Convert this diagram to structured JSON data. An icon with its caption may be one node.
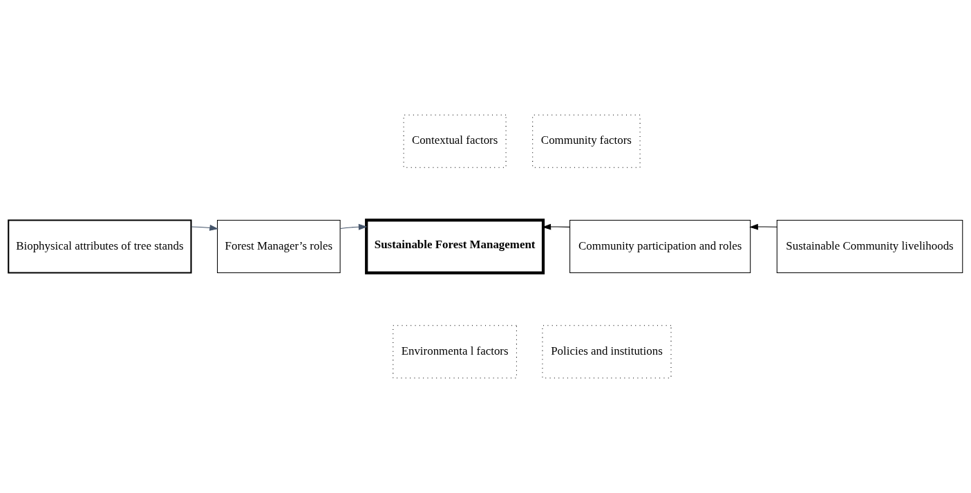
{
  "diagram": {
    "nodes": [
      {
        "text": [
          "Contextual factors"
        ]
      },
      {
        "text": [
          "Community factors"
        ]
      },
      {
        "text": [
          "Biophysical attributes of tree stands"
        ]
      },
      {
        "text": [
          "Forest Manager’s roles"
        ]
      },
      {
        "text": [
          "Sustainable Forest Management"
        ]
      },
      {
        "text": [
          "Community participation and roles"
        ]
      },
      {
        "text": [
          "Sustainable Community livelihoods"
        ]
      },
      {
        "text": [
          "Environmenta l factors"
        ]
      },
      {
        "text": [
          "Policies and institutions"
        ]
      }
    ],
    "edges": [
      {
        "from": 2,
        "to": 3,
        "arrow": "to",
        "color": "#44546a"
      },
      {
        "from": 3,
        "to": 4,
        "arrow": "to",
        "color": "#44546a"
      },
      {
        "from": 5,
        "to": 4,
        "arrow": "to",
        "color": "#000000"
      },
      {
        "from": 6,
        "to": 5,
        "arrow": "to",
        "color": "#000000"
      }
    ]
  }
}
